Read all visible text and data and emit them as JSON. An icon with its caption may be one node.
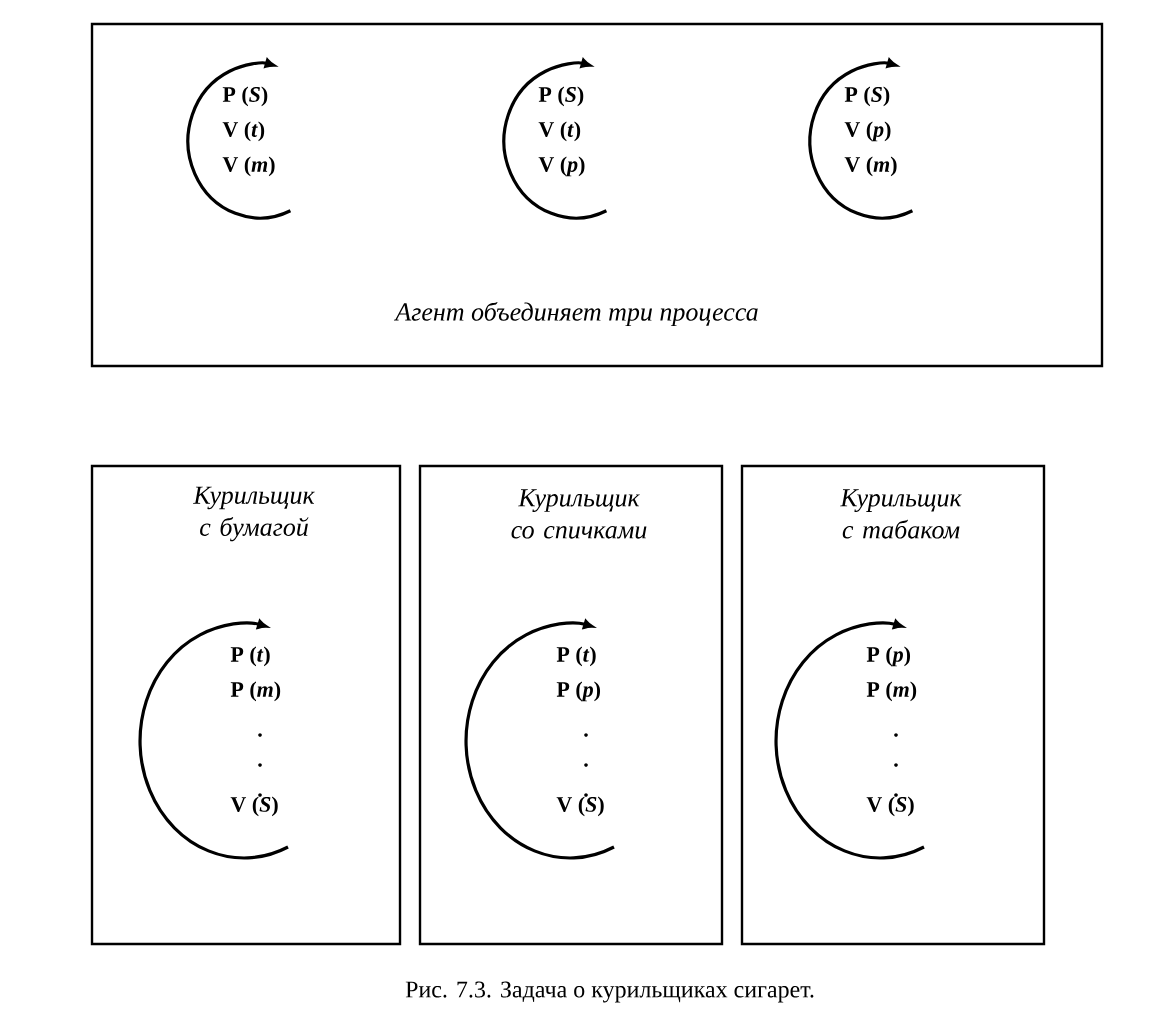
{
  "diagram": {
    "caption": "Рис. 7.3. Задача о курильщиках сигарет.",
    "nodes": [
      {
        "text": [
          "Агент объединяет три процесса"
        ]
      },
      {
        "text": [
          "P (*S*)",
          "V (*t*)",
          "V (*m*)"
        ],
        "in": 0
      },
      {
        "text": [
          "P (*S*)",
          "V (*t*)",
          "V (*p*)"
        ],
        "in": 0
      },
      {
        "text": [
          "P (*S*)",
          "V (*p*)",
          "V (*m*)"
        ],
        "in": 0
      },
      {
        "text": [
          "Курильщик с бумагой"
        ]
      },
      {
        "text": [
          "Курильщик со спичками"
        ]
      },
      {
        "text": [
          "Курильщик с табаком"
        ]
      },
      {
        "text": [
          "P (*t*)",
          "P (*m*)",
          "V (*S*)"
        ],
        "in": 4
      },
      {
        "text": [
          "P (*t*)",
          "P (*p*)",
          "V (*S*)"
        ],
        "in": 5
      },
      {
        "text": [
          "P (*p*)",
          "P (*m*)",
          "V (*S*)"
        ],
        "in": 6
      }
    ]
  }
}
